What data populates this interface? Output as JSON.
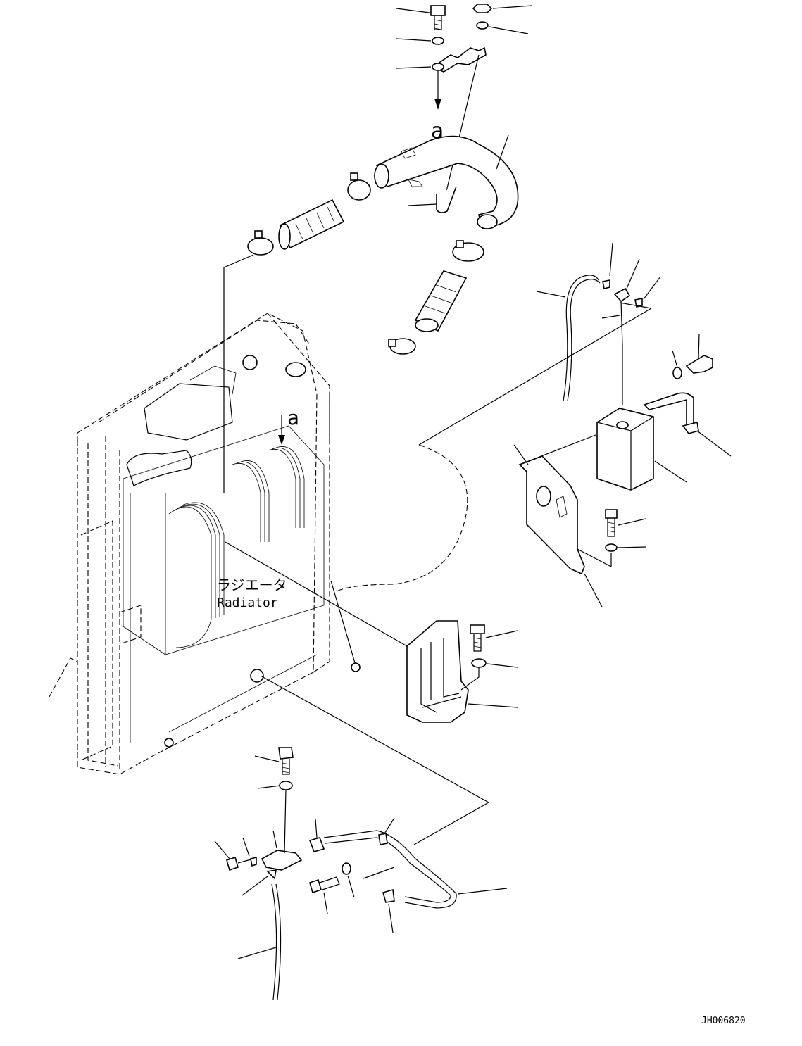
{
  "diagram": {
    "detail_letter_top": "a",
    "detail_letter_radiator": "a",
    "radiator_label_jp": "ラジエータ",
    "radiator_label_en": "Radiator",
    "drawing_number": "JH006820"
  },
  "colors": {
    "line": "#000000",
    "background": "#ffffff"
  }
}
